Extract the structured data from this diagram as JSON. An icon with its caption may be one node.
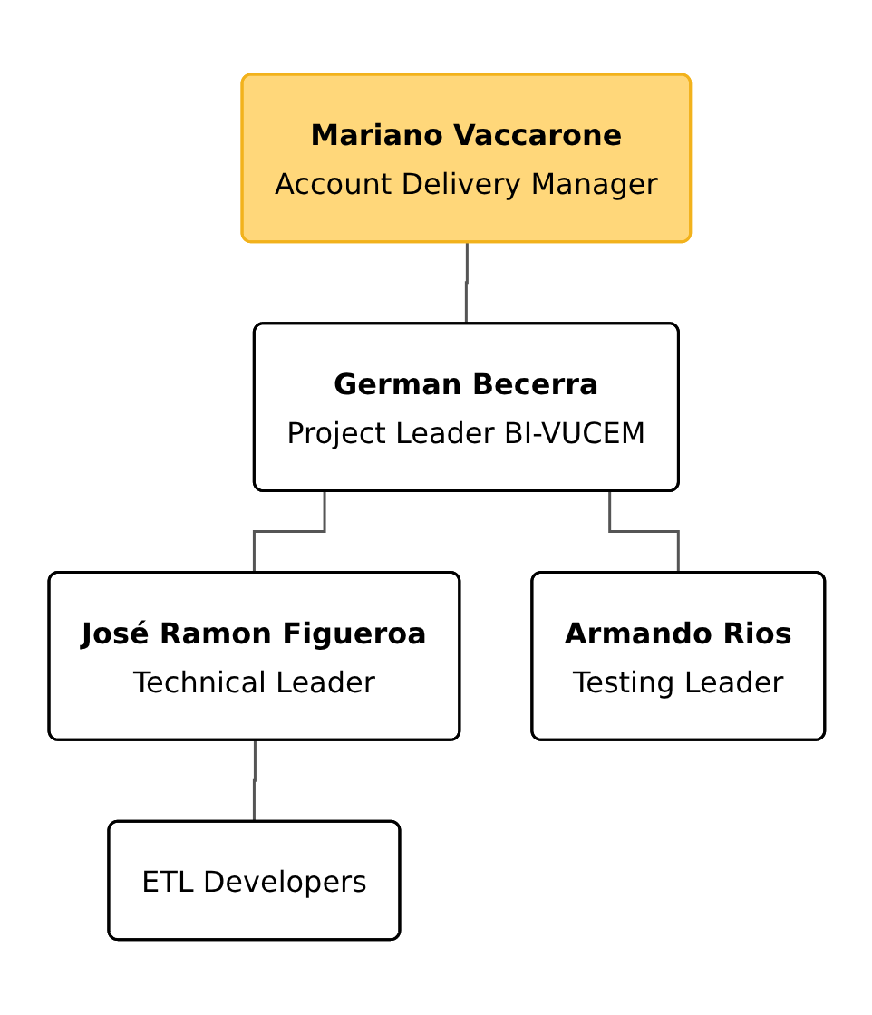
{
  "diagram": {
    "nodes": [
      {
        "text": [
          "Mariano Vaccarone",
          "Account Delivery Manager"
        ]
      },
      {
        "text": [
          "German Becerra",
          "Project Leader BI-VUCEM"
        ]
      },
      {
        "text": [
          "José Ramon Figueroa",
          "Technical Leader"
        ]
      },
      {
        "text": [
          "Armando Rios",
          "Testing Leader"
        ]
      },
      {
        "text": [
          "ETL Developers"
        ]
      }
    ],
    "edges": [
      {
        "from": 0,
        "to": 1,
        "arrow": "none"
      },
      {
        "from": 1,
        "to": 2,
        "arrow": "none"
      },
      {
        "from": 1,
        "to": 3,
        "arrow": "none"
      },
      {
        "from": 2,
        "to": 4,
        "arrow": "none"
      }
    ]
  }
}
